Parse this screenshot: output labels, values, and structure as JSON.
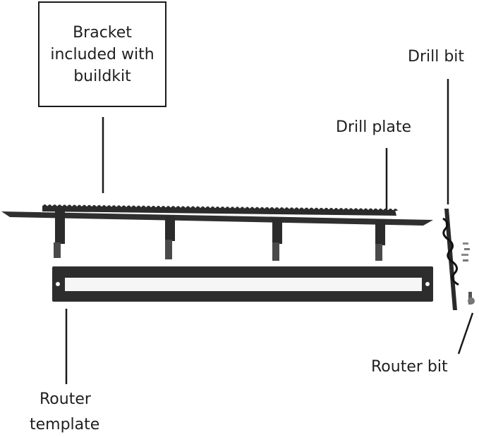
{
  "labels": {
    "bracket": "Bracket\nincluded with\nbuildkit",
    "drill_bit": "Drill bit",
    "drill_plate": "Drill plate",
    "router_bit": "Router bit",
    "router_template_line1": "Router",
    "router_template_line2": "template"
  },
  "colors": {
    "background": "#ffffff",
    "text": "#1f1f1f",
    "metal_dark": "#2b2b2b",
    "metal_edge": "#3e3e3e",
    "template_slot": "#f6f6f6"
  }
}
